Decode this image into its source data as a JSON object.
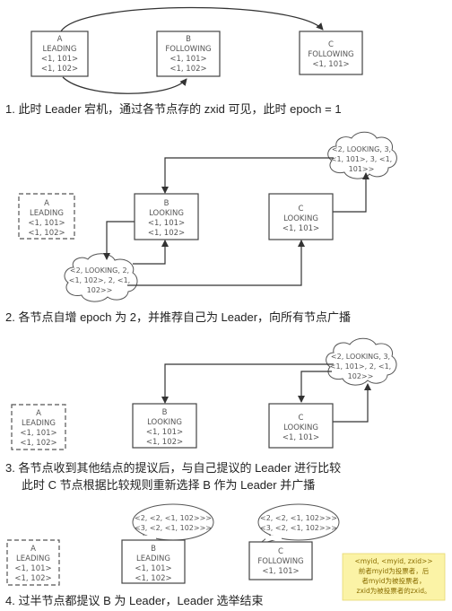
{
  "steps": [
    {
      "caption": "1. 此时 Leader 宕机，通过各节点存的 zxid 可见，此时 epoch = 1",
      "A": {
        "label": "A",
        "state": "LEADING",
        "z1": "<1, 101>",
        "z2": "<1, 102>"
      },
      "B": {
        "label": "B",
        "state": "FOLLOWING",
        "z1": "<1, 101>",
        "z2": "<1, 102>"
      },
      "C": {
        "label": "C",
        "state": "FOLLOWING",
        "z1": "<1, 101>"
      }
    },
    {
      "caption": "2. 各节点自增 epoch 为 2，并推荐自己为 Leader，向所有节点广播",
      "A": {
        "label": "A",
        "state": "LEADING",
        "z1": "<1, 101>",
        "z2": "<1, 102>"
      },
      "B": {
        "label": "B",
        "state": "LOOKING",
        "z1": "<1, 101>",
        "z2": "<1, 102>"
      },
      "C": {
        "label": "C",
        "state": "LOOKING",
        "z1": "<1, 101>"
      },
      "cloud_c": [
        "<2, LOOKING, 3,",
        "<1, 101>, 3, <1,",
        "101>>"
      ],
      "cloud_b": [
        "<2, LOOKING, 2,",
        "<1, 102>, 2, <1,",
        "102>>"
      ]
    },
    {
      "caption_line1": "3. 各节点收到其他结点的提议后，与自己提议的 Leader 进行比较",
      "caption_line2": "此时 C 节点根据比较规则重新选择 B 作为 Leader 并广播",
      "A": {
        "label": "A",
        "state": "LEADING",
        "z1": "<1, 101>",
        "z2": "<1, 102>"
      },
      "B": {
        "label": "B",
        "state": "LOOKING",
        "z1": "<1, 101>",
        "z2": "<1, 102>"
      },
      "C": {
        "label": "C",
        "state": "LOOKING",
        "z1": "<1, 101>"
      },
      "cloud_c": [
        "<2, LOOKING, 3,",
        "<1, 101>, 2, <1,",
        "102>>"
      ]
    },
    {
      "caption": "4. 过半节点都提议 B 为 Leader，Leader 选举结束",
      "A": {
        "label": "A",
        "state": "LEADING",
        "z1": "<1, 101>",
        "z2": "<1, 102>"
      },
      "B": {
        "label": "B",
        "state": "LEADING",
        "z1": "<1, 101>",
        "z2": "<1, 102>"
      },
      "C": {
        "label": "C",
        "state": "FOLLOWING",
        "z1": "<1, 101>"
      },
      "cloud_b": [
        "<2, <2, <1, 102>>>",
        "<3, <2, <1, 102>>>"
      ],
      "cloud_c": [
        "<2, <2, <1, 102>>>",
        "<3, <2, <1, 102>>>"
      ],
      "note": [
        "<myid, <myid, zxid>>",
        "前者myid为投票者，后",
        "者myid为被投票者，",
        "zxid为被投票者的zxid。"
      ]
    }
  ]
}
